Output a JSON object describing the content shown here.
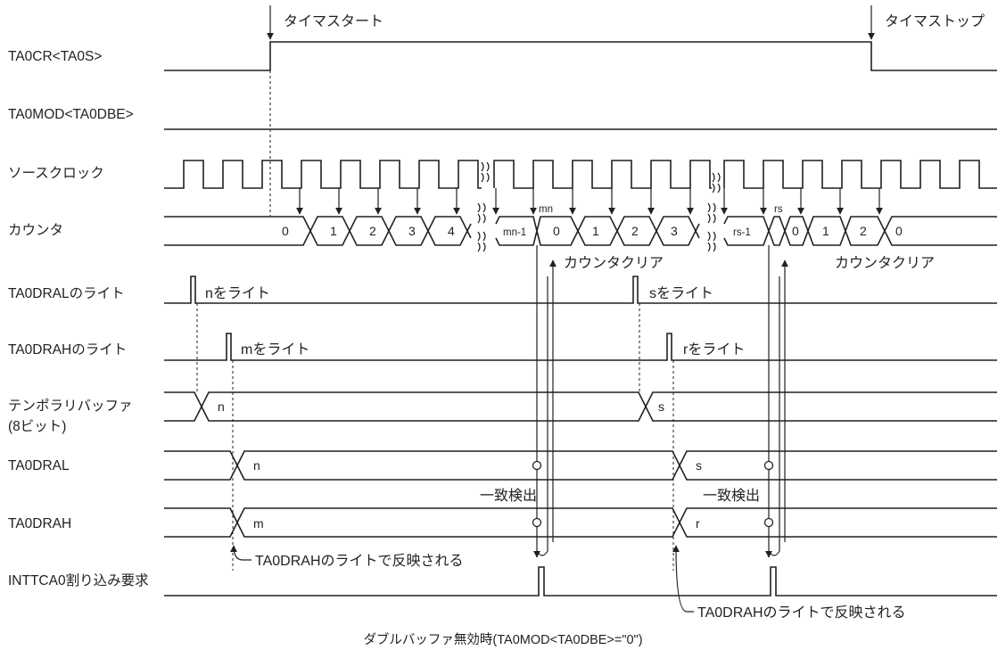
{
  "signals": [
    {
      "label": "TA0CR<TA0S>"
    },
    {
      "label": "TA0MOD<TA0DBE>"
    },
    {
      "label": "ソースクロック"
    },
    {
      "label": "カウンタ"
    },
    {
      "label": "TA0DRALのライト"
    },
    {
      "label": "TA0DRAHのライト"
    },
    {
      "label": "テンポラリバッファ",
      "label2": "(8ビット)"
    },
    {
      "label": "TA0DRAL"
    },
    {
      "label": "TA0DRAH"
    },
    {
      "label": "INTTCA0割り込み要求"
    }
  ],
  "annotations": {
    "timer_start": "タイマスタート",
    "timer_stop": "タイマストップ",
    "counter_clear_1": "カウンタクリア",
    "counter_clear_2": "カウンタクリア",
    "write_n": "nをライト",
    "write_s": "sをライト",
    "write_m": "mをライト",
    "write_r": "rをライト",
    "match_1": "一致検出",
    "match_2": "一致検出",
    "reflect_1": "TA0DRAHのライトで反映される",
    "reflect_2": "TA0DRAHのライトで反映される",
    "mn": "mn",
    "rs": "rs"
  },
  "counter_values": [
    "0",
    "1",
    "2",
    "3",
    "4",
    "mn-1",
    "0",
    "1",
    "2",
    "3",
    "rs-1",
    "0",
    "1",
    "2",
    "0"
  ],
  "temp_buffer_values": [
    "n",
    "s"
  ],
  "ta0dral_values": [
    "n",
    "s"
  ],
  "ta0drah_values": [
    "m",
    "r"
  ],
  "caption": "ダブルバッファ無効時(TA0MOD<TA0DBE>=\"0\")"
}
